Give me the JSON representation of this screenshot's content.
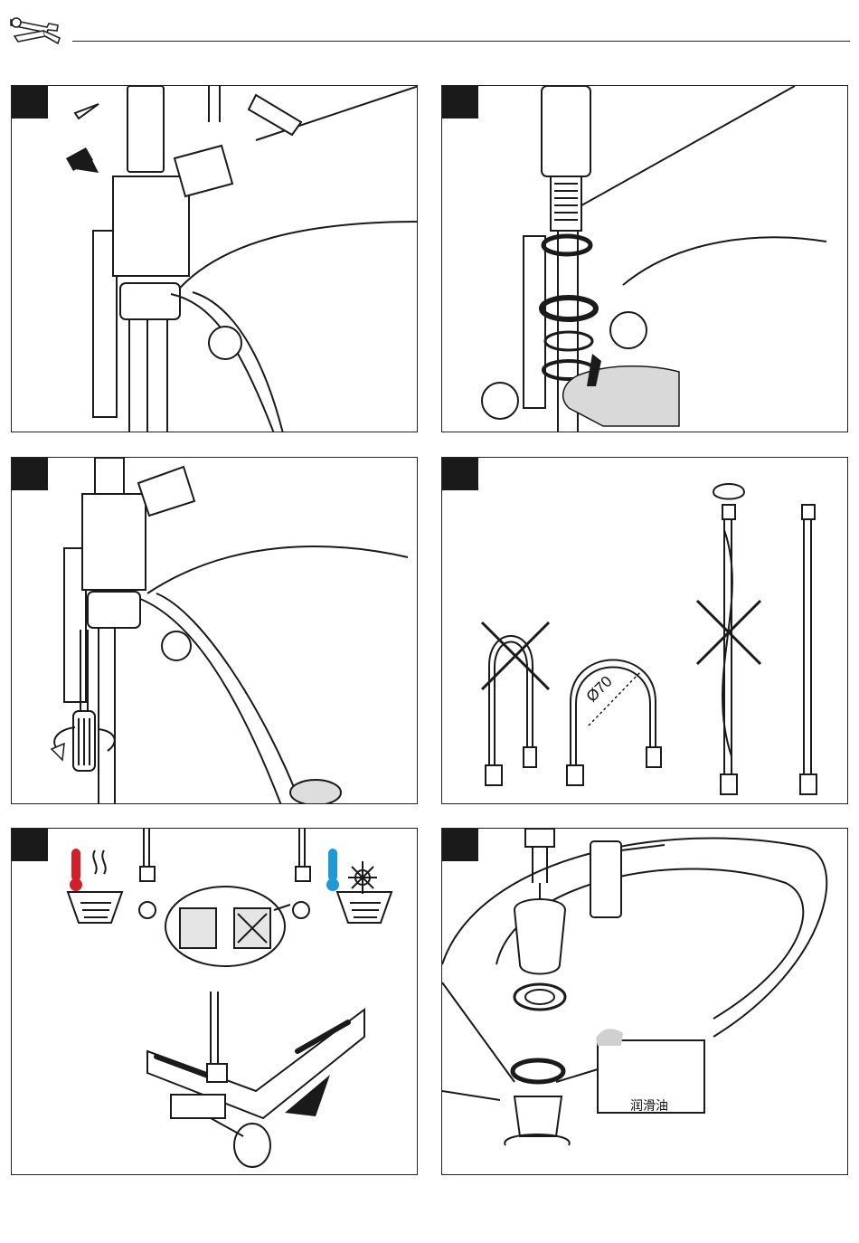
{
  "header": {
    "icon": "wrench-screwdriver-icon"
  },
  "panels": [
    {
      "id": "step-1",
      "content": "faucet-mounting-wrench"
    },
    {
      "id": "step-2",
      "content": "washer-stack-hand"
    },
    {
      "id": "step-3",
      "content": "screwdriver-tighten"
    },
    {
      "id": "step-4",
      "content": "hose-bending",
      "dimension_label": "Ø70"
    },
    {
      "id": "step-5",
      "content": "supply-connection-hot-cold"
    },
    {
      "id": "step-6",
      "content": "drain-assembly",
      "lubricant_label": "润滑油"
    }
  ],
  "colors": {
    "hot": "#d0202a",
    "cold": "#1e9ad6",
    "hand": "#d9d9d9",
    "line": "#1a1a1a"
  }
}
